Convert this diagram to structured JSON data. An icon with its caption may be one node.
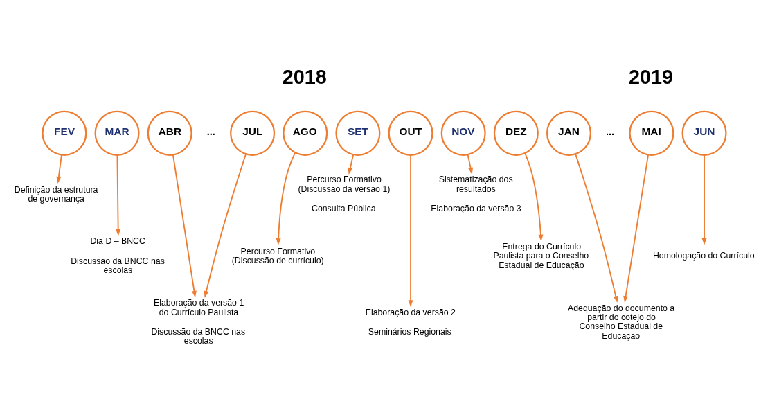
{
  "diagram": {
    "nodes": [
      {
        "text": [
          "FEV"
        ]
      },
      {
        "text": [
          "MAR"
        ]
      },
      {
        "text": [
          "ABR"
        ]
      },
      {
        "text": [
          "JUL"
        ]
      },
      {
        "text": [
          "AGO"
        ]
      },
      {
        "text": [
          "SET"
        ]
      },
      {
        "text": [
          "OUT"
        ]
      },
      {
        "text": [
          "NOV"
        ]
      },
      {
        "text": [
          "DEZ"
        ]
      },
      {
        "text": [
          "JAN"
        ]
      },
      {
        "text": [
          "MAI"
        ]
      },
      {
        "text": [
          "JUN"
        ]
      },
      {
        "text": [
          "Definição da estrutura de governança"
        ]
      },
      {
        "text": [
          "Dia D – BNCC",
          "Discussão da BNCC nas escolas"
        ]
      },
      {
        "text": [
          "Elaboração da versão 1 do Currículo Paulista",
          "Discussão da BNCC nas escolas"
        ]
      },
      {
        "text": [
          "Percurso Formativo (Discussão da versão 1)",
          "Consulta Pública"
        ]
      },
      {
        "text": [
          "Percurso Formativo (Discussão de currículo)"
        ]
      },
      {
        "text": [
          "Sistematização dos resultados",
          "Elaboração da versão 3"
        ]
      },
      {
        "text": [
          "Elaboração da versão 2",
          "Seminários Regionais"
        ]
      },
      {
        "text": [
          "Entrega do Currículo Paulista para o Conselho Estadual de Educação"
        ]
      },
      {
        "text": [
          "Adequação do documento a partir do cotejo do Conselho Estadual de Educação"
        ]
      },
      {
        "text": [
          "Homologação do Currículo"
        ]
      }
    ],
    "edges": [
      {
        "from": 0,
        "to": 12,
        "arrow": "to"
      },
      {
        "from": 1,
        "to": 13,
        "arrow": "to"
      },
      {
        "from": 2,
        "to": 14,
        "arrow": "to"
      },
      {
        "from": 3,
        "to": 14,
        "arrow": "to"
      },
      {
        "from": 4,
        "to": 16,
        "arrow": "to"
      },
      {
        "from": 5,
        "to": 15,
        "arrow": "to"
      },
      {
        "from": 6,
        "to": 18,
        "arrow": "to"
      },
      {
        "from": 7,
        "to": 17,
        "arrow": "to"
      },
      {
        "from": 8,
        "to": 19,
        "arrow": "to"
      },
      {
        "from": 9,
        "to": 20,
        "arrow": "to"
      },
      {
        "from": 10,
        "to": 20,
        "arrow": "to"
      },
      {
        "from": 11,
        "to": 21,
        "arrow": "to"
      }
    ],
    "labels": [
      "2018",
      "...",
      "2019",
      "..."
    ]
  }
}
